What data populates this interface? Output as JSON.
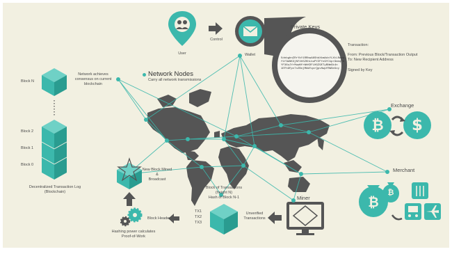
{
  "colors": {
    "background": "#f2f0e1",
    "teal": "#3cb8ac",
    "map": "#555555",
    "text": "#4a4a4a"
  },
  "icons": [
    "user-icon",
    "arrow-right-icon",
    "mail-icon",
    "magnifier-icon",
    "bitcoin-icon",
    "dollar-icon",
    "money-bag-icon",
    "utensils-icon",
    "bus-icon",
    "plane-icon",
    "computer-miner-icon",
    "gear-icon",
    "block-cube-icon"
  ],
  "user": {
    "label": "User"
  },
  "control": {
    "label": "Control"
  },
  "wallet": {
    "label": "Wallet"
  },
  "private_keys": {
    "title": "Private Keys",
    "key_lines": [
      "5dnbghnZRrYbY1RRbwA8ShbXkmAdxYLXtLRwnw",
      "f1f3mNK3jNf4h5ZKhLbuPYZFYz9YCkpr9mnq79",
      "YF36uJYrMuwNfrWhKDFLHGZ9ETyBNmGk4n",
      "1EFh9Fpv7xZBnjMbWYqcrQpvHwpfRWSeGxy"
    ]
  },
  "transaction": {
    "title": "Transaction:",
    "from": "From: Previous Block/Transaction Output",
    "to": "To: New Recipient Address",
    "signed": "Signed by Key"
  },
  "network_nodes": {
    "title": "Network Nodes",
    "subtitle": "Carry all network transmissions"
  },
  "consensus": {
    "line1": "Network achieves",
    "line2": "consensus on current",
    "line3": "blockchain"
  },
  "blockchain": {
    "blocks": [
      "Block N",
      "Block 2",
      "Block 1",
      "Block 0"
    ],
    "caption1": "Decentralized Transaction Log",
    "caption2": "(Blockchain)"
  },
  "exchange": {
    "label": "Exchange"
  },
  "merchant": {
    "label": "Merchant"
  },
  "miner": {
    "label": "Miner"
  },
  "unverified": {
    "line1": "Unverified",
    "line2": "Transactions"
  },
  "block_of_tx": {
    "line1": "Block of Transactions",
    "line2": "(height N)",
    "line3": "Hash of Block N-1"
  },
  "new_block": {
    "line1": "New Block Mined",
    "line2": "&",
    "line3": "Broadcast"
  },
  "block_header": {
    "label": "Block Header"
  },
  "tx_list": [
    "TX1",
    "TX2",
    "TX3"
  ],
  "hashing": {
    "line1": "Hashing power calculates",
    "line2": "Proof-of-Work"
  },
  "symbols": {
    "bitcoin": "₿",
    "dollar": "$"
  }
}
